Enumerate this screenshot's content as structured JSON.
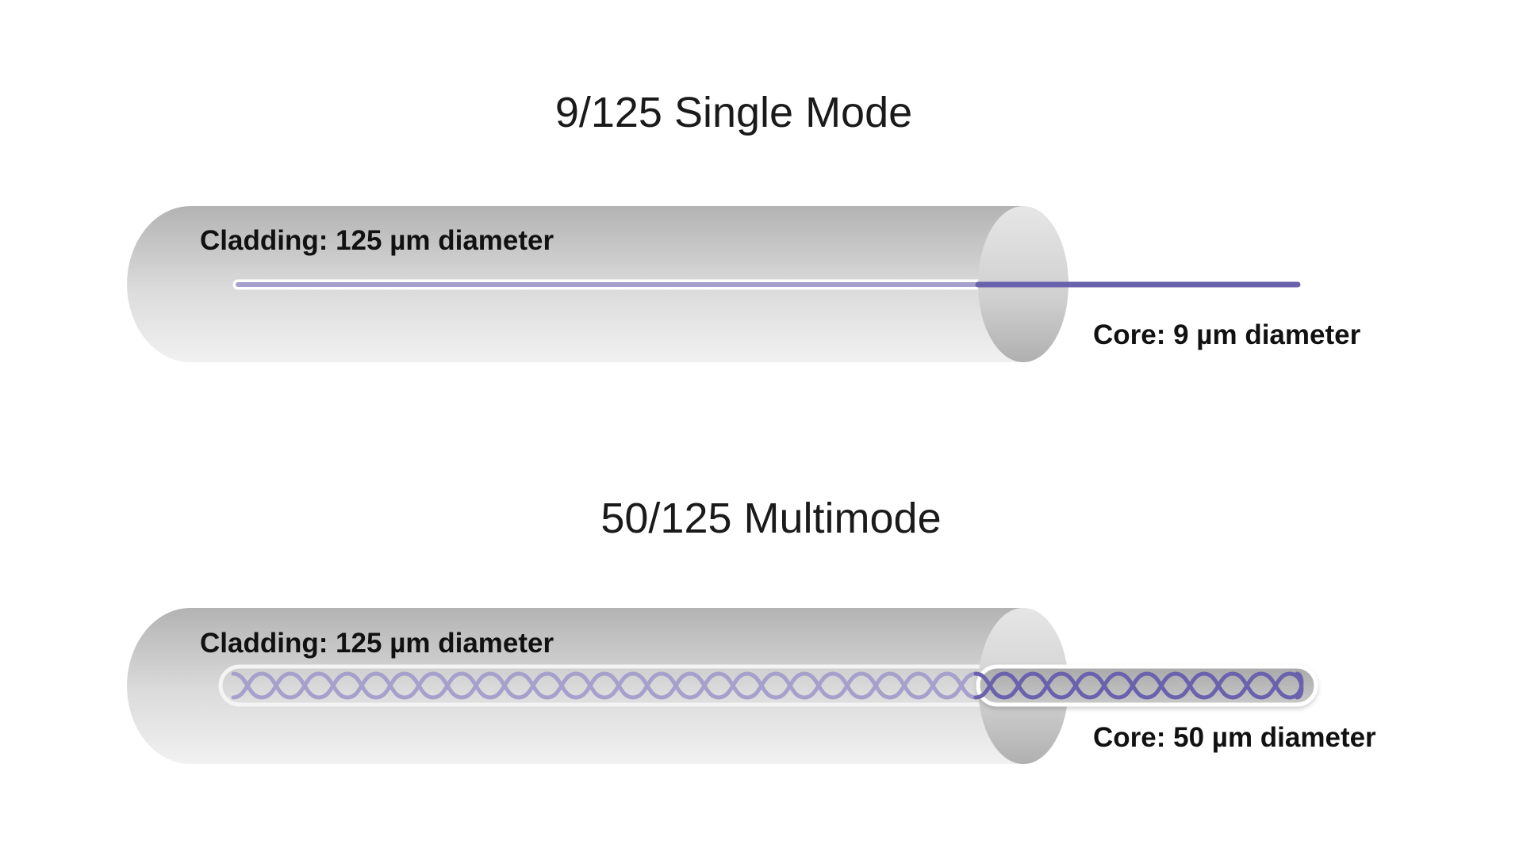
{
  "colors": {
    "background": "#ffffff",
    "cladding_light": "#efefef",
    "cladding_dark": "#b7b7b7",
    "core_bright": "#6a62ad",
    "core_faded": "#a6a0cc",
    "text": "#111111"
  },
  "fibers": [
    {
      "title": "9/125 Single Mode",
      "cladding_label": "Cladding: 125 µm diameter",
      "core_label": "Core: 9 µm diameter"
    },
    {
      "title": "50/125 Multimode",
      "cladding_label": "Cladding: 125 µm diameter",
      "core_label": "Core: 50 µm diameter"
    }
  ]
}
